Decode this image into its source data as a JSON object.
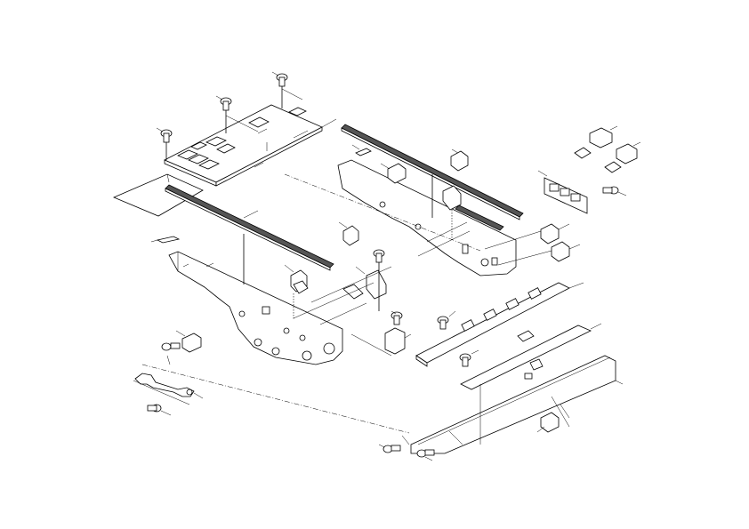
{
  "diagram": {
    "kind": "exploded-parts-view",
    "line_color": "#000000",
    "background": "#ffffff",
    "parts": [
      {
        "id": "upper-pcb"
      },
      {
        "id": "upper-left-frame"
      },
      {
        "id": "long-rail-left"
      },
      {
        "id": "long-rail-right"
      },
      {
        "id": "right-frame"
      },
      {
        "id": "connector-bracket"
      },
      {
        "id": "lower-rail-assembly"
      },
      {
        "id": "base-rail"
      },
      {
        "id": "handle-bracket"
      }
    ]
  }
}
